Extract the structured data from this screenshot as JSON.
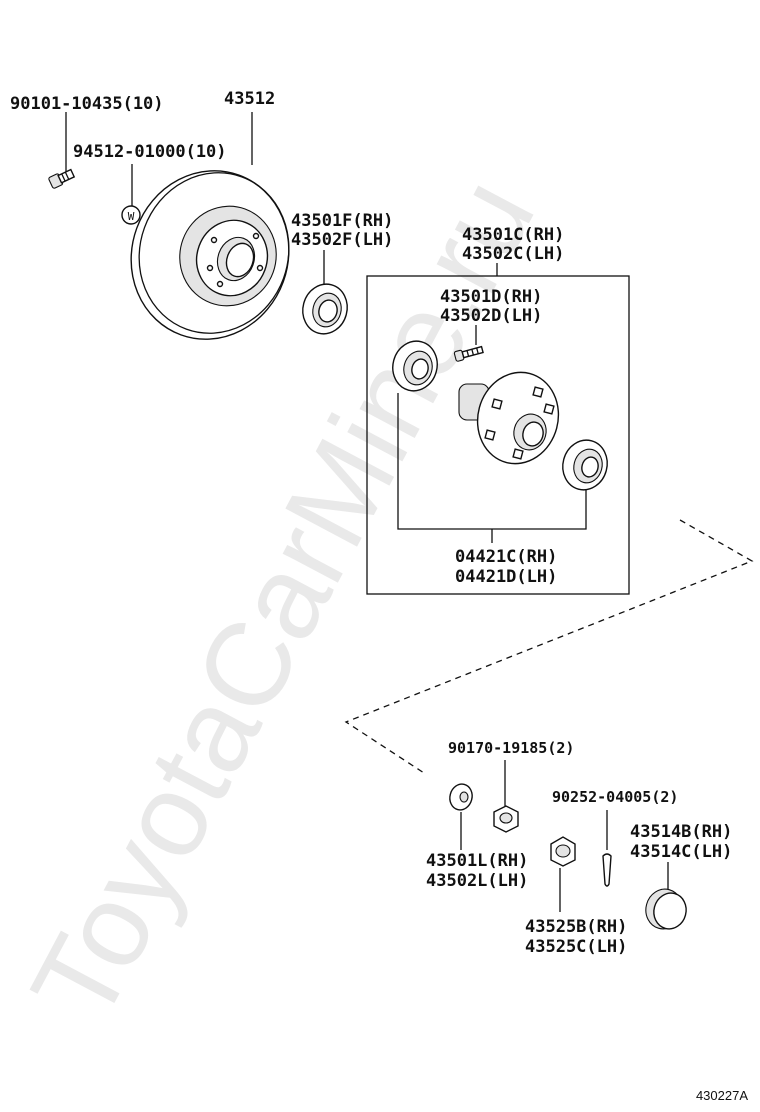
{
  "watermark": "ToyotaCarMine.ru",
  "figure_code": "430227A",
  "parts": {
    "bolt": "90101-10435(10)",
    "disc": "43512",
    "washer": "94512-01000(10)",
    "washer_mark": "W",
    "oil_seal_rh": "43501F(RH)",
    "oil_seal_lh": "43502F(LH)",
    "hub_sub_assy_rh": "43501C(RH)",
    "hub_sub_assy_lh": "43502C(LH)",
    "hub_bolt_rh": "43501D(RH)",
    "hub_bolt_lh": "43502D(LH)",
    "bearing_rh": "04421C(RH)",
    "bearing_lh": "04421D(LH)",
    "nut": "90170-19185(2)",
    "washer2_rh": "43501L(RH)",
    "washer2_lh": "43502L(LH)",
    "cotter_pin": "90252-04005(2)",
    "cap_rh": "43514B(RH)",
    "cap_lh": "43514C(LH)",
    "lock_cap_rh": "43525B(RH)",
    "lock_cap_lh": "43525C(LH)"
  }
}
